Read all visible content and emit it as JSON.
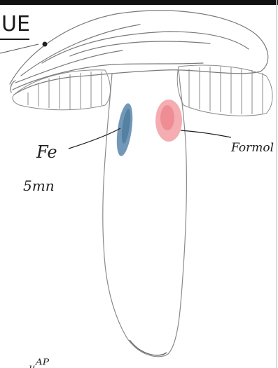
{
  "header": {
    "partial_title": "UE"
  },
  "labels": {
    "left_label_line1": "Fe",
    "left_label_line2": "5mn",
    "right_label": "Formol",
    "bottom_fragment": "ᵤᴬᴾ"
  },
  "colors": {
    "stain_left": "#5b86aa",
    "stain_right": "#f08a90",
    "pencil": "#7a7a7a",
    "ink": "#1e1e1e"
  }
}
